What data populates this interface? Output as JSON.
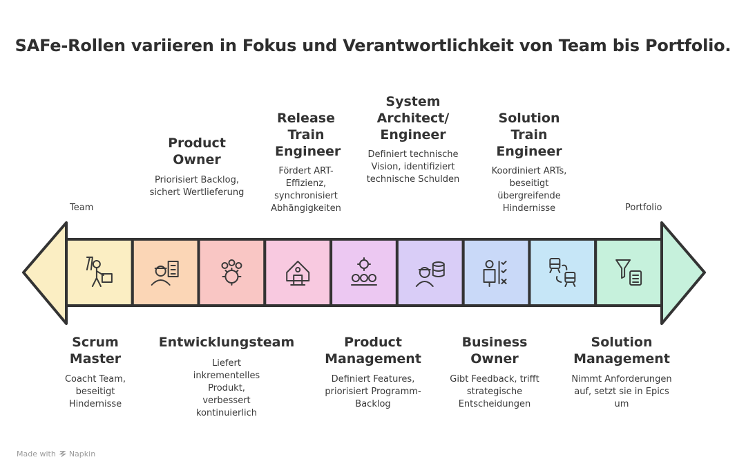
{
  "title": "SAFe-Rollen variieren in Fokus und Verantwortlichkeit von Team bis Portfolio.",
  "axis": {
    "start_label": "Team",
    "end_label": "Portfolio"
  },
  "top_roles": [
    {
      "name": "Product Owner",
      "desc": "Priorisiert Backlog, sichert Wertlieferung"
    },
    {
      "name": "Release Train Engineer",
      "desc": "Fördert ART-Effizienz, synchronisiert Abhängigkeiten"
    },
    {
      "name": "System Architect/ Engineer",
      "desc": "Definiert technische Vision, identifiziert technische Schulden"
    },
    {
      "name": "Solution Train Engineer",
      "desc": "Koordiniert ARTs, beseitigt übergreifende Hindernisse"
    }
  ],
  "bottom_roles": [
    {
      "name": "Scrum Master",
      "desc": "Coacht Team, beseitigt Hindernisse"
    },
    {
      "name": "Entwicklungsteam",
      "desc": "Liefert inkrementelles Produkt, verbessert kontinuierlich"
    },
    {
      "name": "Product Management",
      "desc": "Definiert Features, priorisiert Programm-Backlog"
    },
    {
      "name": "Business Owner",
      "desc": "Gibt Feedback, trifft strategische Entscheidungen"
    },
    {
      "name": "Solution Management",
      "desc": "Nimmt Anforderungen auf, setzt sie in Epics um"
    }
  ],
  "segment_colors": [
    "#fbeec3",
    "#fbd6b6",
    "#f9c6c4",
    "#f8c9e0",
    "#ecc8f2",
    "#d9cdf7",
    "#c9d9f8",
    "#c6e6f7",
    "#c6f1dc"
  ],
  "segment_icons": [
    "scrum-master-icon",
    "product-owner-icon",
    "dev-team-icon",
    "release-train-engineer-icon",
    "product-management-icon",
    "system-architect-icon",
    "business-owner-icon",
    "solution-train-engineer-icon",
    "solution-management-icon"
  ],
  "footer": {
    "made_with": "Made with",
    "brand": "Napkin"
  }
}
